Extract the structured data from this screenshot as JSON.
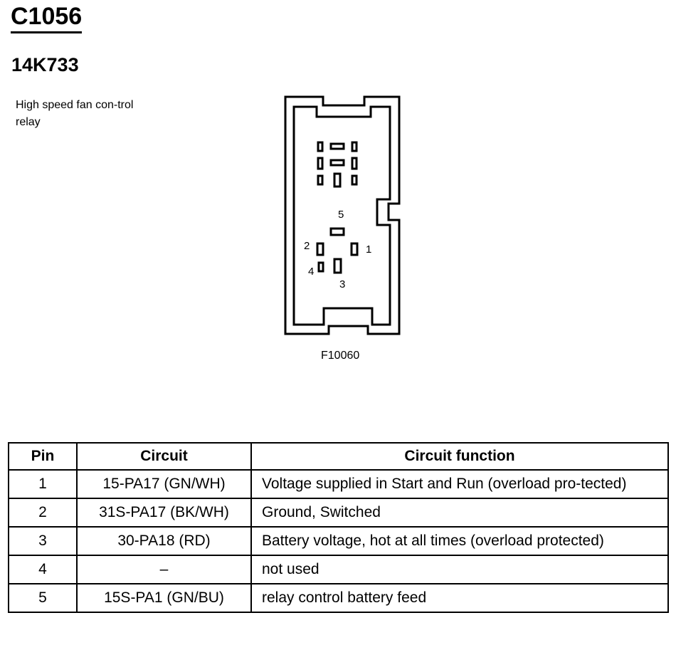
{
  "header": {
    "connector_id": "C1056",
    "part_number": "14K733",
    "description": "High speed fan con-trol relay"
  },
  "diagram": {
    "figure_code": "F10060",
    "pin_labels": [
      "1",
      "2",
      "3",
      "4",
      "5"
    ]
  },
  "table": {
    "headers": [
      "Pin",
      "Circuit",
      "Circuit function"
    ],
    "rows": [
      {
        "pin": "1",
        "circuit": "15-PA17 (GN/WH)",
        "function": "Voltage supplied in Start and Run (overload pro-tected)"
      },
      {
        "pin": "2",
        "circuit": "31S-PA17 (BK/WH)",
        "function": "Ground, Switched"
      },
      {
        "pin": "3",
        "circuit": "30-PA18 (RD)",
        "function": "Battery voltage, hot at all times (overload protected)"
      },
      {
        "pin": "4",
        "circuit": "–",
        "function": "not used"
      },
      {
        "pin": "5",
        "circuit": "15S-PA1 (GN/BU)",
        "function": "relay control battery feed"
      }
    ]
  }
}
